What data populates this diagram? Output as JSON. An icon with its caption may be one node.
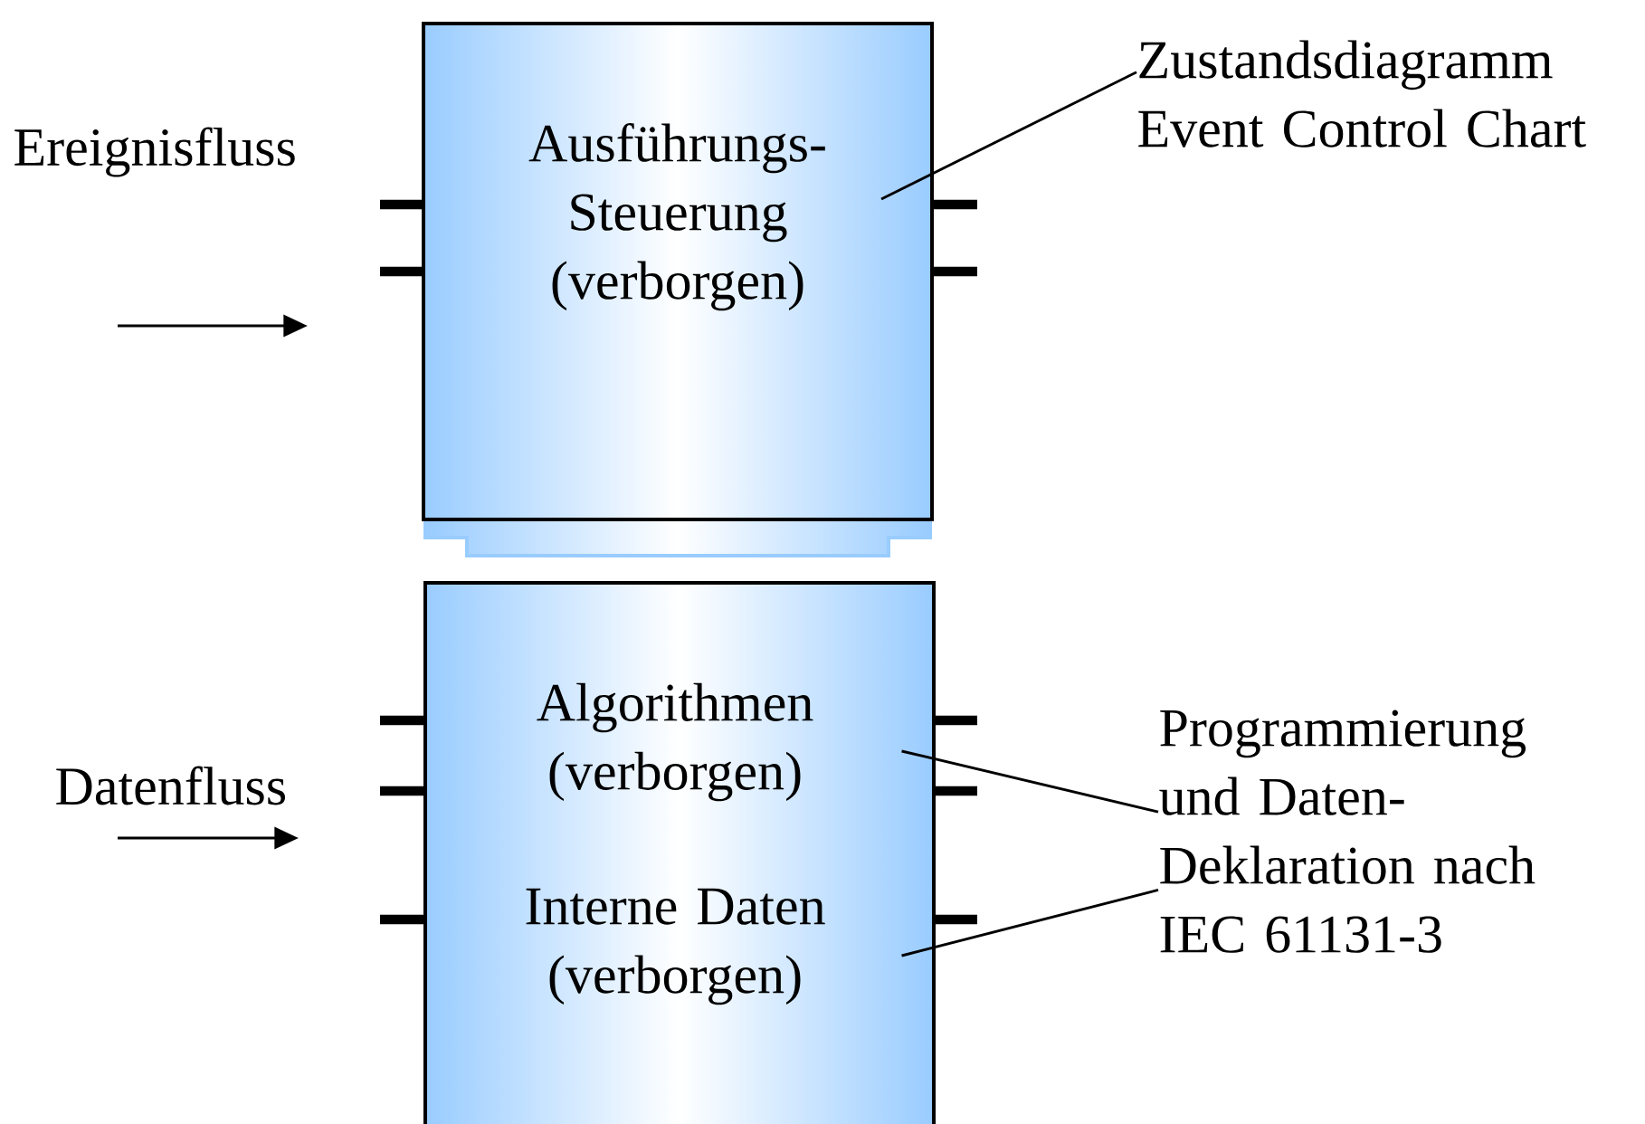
{
  "diagram": {
    "nodes": [
      {
        "text": [
          "Ausführungs- Steuerung (verborgen)"
        ]
      },
      {
        "text": [],
        "shape": "box"
      },
      {
        "text": [
          "Algorithmen (verborgen)"
        ],
        "in": 1
      },
      {
        "text": [
          "Interne Daten (verborgen)"
        ],
        "in": 1
      },
      {
        "text": [
          "Zustandsdiagramm Event Control Chart"
        ]
      },
      {
        "text": [
          "Programmierung und Daten-Deklaration nach IEC 61131-3"
        ]
      }
    ],
    "edges": [
      {
        "from": 4,
        "to": 0,
        "arrow": "none"
      },
      {
        "from": 5,
        "to": 2,
        "arrow": "none"
      },
      {
        "from": 5,
        "to": 3,
        "arrow": "none"
      }
    ],
    "labels": [
      "Ereignisfluss",
      "Datenfluss"
    ]
  }
}
